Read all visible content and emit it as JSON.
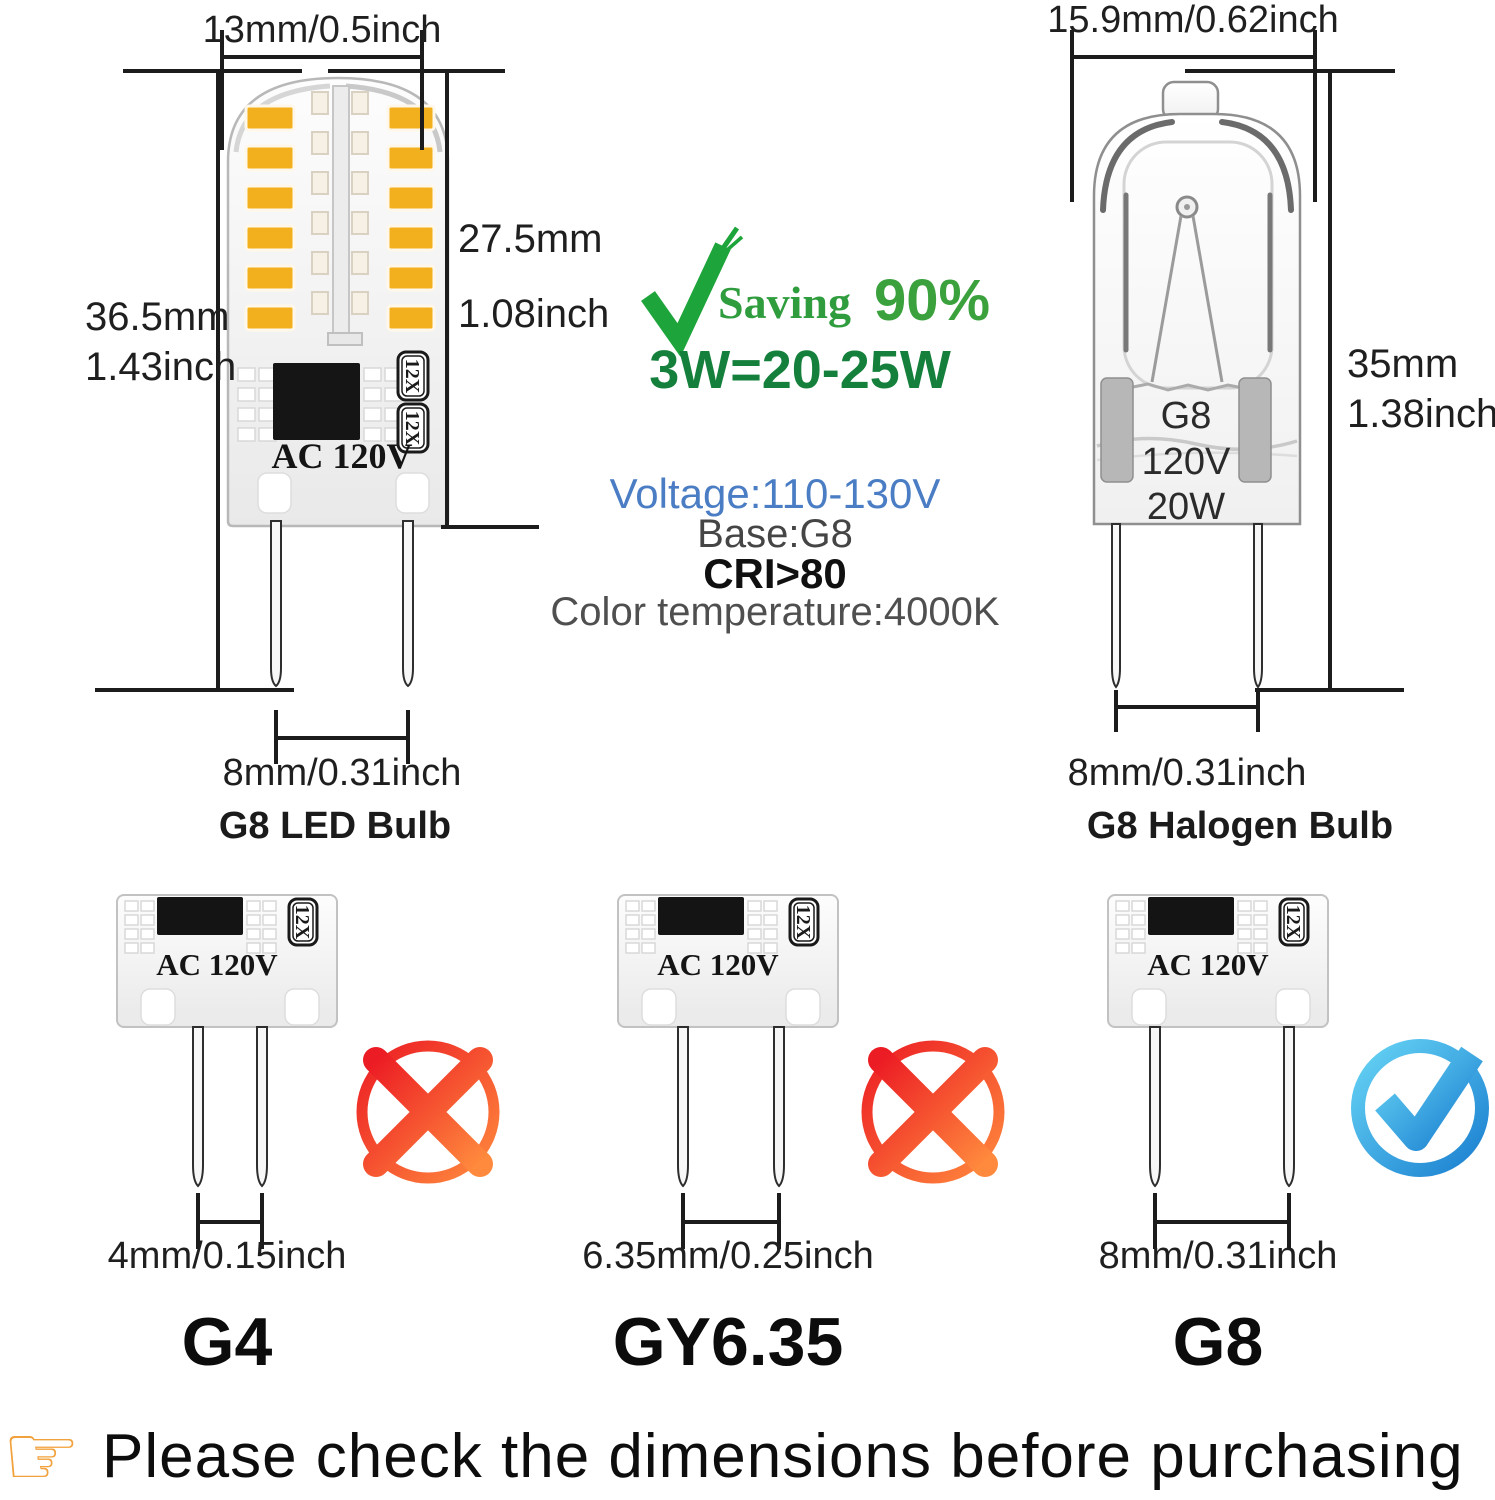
{
  "led_bulb": {
    "width_label": "13mm/0.5inch",
    "height_mm": "36.5mm",
    "height_inch": "1.43inch",
    "body_mm": "27.5mm",
    "body_inch": "1.08inch",
    "pin_label": "8mm/0.31inch",
    "voltage_marking": "AC 120V",
    "chip_badge": "12X",
    "name": "G8 LED Bulb"
  },
  "halogen_bulb": {
    "width_label": "15.9mm/0.62inch",
    "height_mm": "35mm",
    "height_inch": "1.38inch",
    "pin_label": "8mm/0.31inch",
    "marking_base": "G8",
    "marking_voltage": "120V",
    "marking_wattage": "20W",
    "name": "G8 Halogen Bulb"
  },
  "specs": {
    "saving_label": "Saving",
    "saving_value": "90%",
    "wattage_equivalence": "3W=20-25W",
    "voltage": "Voltage:110-130V",
    "base": "Base:G8",
    "cri": "CRI>80",
    "color_temperature": "Color temperature:4000K"
  },
  "bases": [
    {
      "name": "G4",
      "pin_label": "4mm/0.15inch",
      "voltage_marking": "AC 120V",
      "chip_badge": "12X",
      "compatible": false
    },
    {
      "name": "GY6.35",
      "pin_label": "6.35mm/0.25inch",
      "voltage_marking": "AC 120V",
      "chip_badge": "12X",
      "compatible": false
    },
    {
      "name": "G8",
      "pin_label": "8mm/0.31inch",
      "voltage_marking": "AC 120V",
      "chip_badge": "12X",
      "compatible": true
    }
  ],
  "icons": {
    "saving_icon": "green-check",
    "incompatible_icon": "red-cross",
    "compatible_icon": "blue-check",
    "hand_icon": "pointing-hand"
  },
  "footer": {
    "hand_glyph": "☞",
    "note": "Please check the dimensions before purchasing"
  },
  "colors": {
    "saving_green": "#1da43a",
    "wattage_green": "#15803b",
    "voltage_blue": "#4a7dc4",
    "led_chip_gold": "#f2b01e",
    "cross_red": "#e8392a",
    "check_blue": "#1d7fd2",
    "hand_orange": "#f2a23c"
  }
}
